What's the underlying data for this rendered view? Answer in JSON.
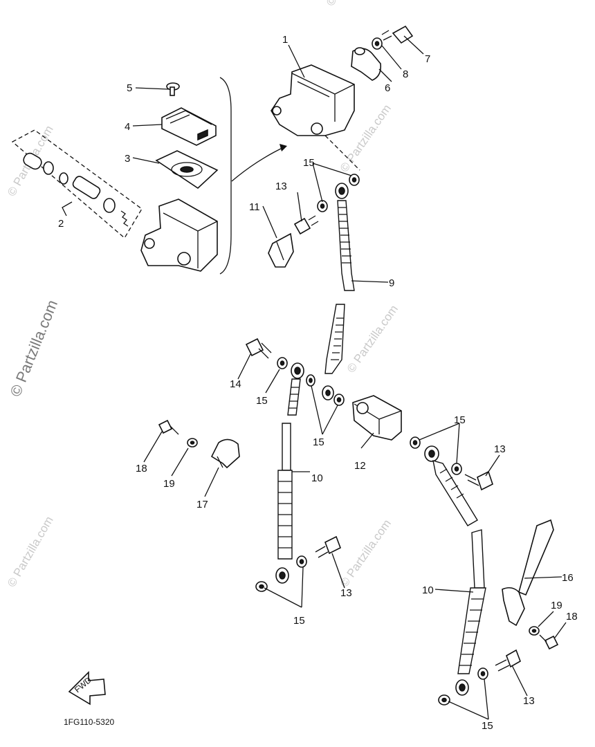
{
  "diagram": {
    "drawing_code": "1FG110-5320",
    "direction_label": "FWD",
    "watermark": "© Partzilla.com",
    "callouts": [
      {
        "id": "c1",
        "text": "1"
      },
      {
        "id": "c2",
        "text": "2"
      },
      {
        "id": "c3",
        "text": "3"
      },
      {
        "id": "c4",
        "text": "4"
      },
      {
        "id": "c5",
        "text": "5"
      },
      {
        "id": "c6",
        "text": "6"
      },
      {
        "id": "c7",
        "text": "7"
      },
      {
        "id": "c8",
        "text": "8"
      },
      {
        "id": "c9",
        "text": "9"
      },
      {
        "id": "c10a",
        "text": "10"
      },
      {
        "id": "c10b",
        "text": "10"
      },
      {
        "id": "c11",
        "text": "11"
      },
      {
        "id": "c12",
        "text": "12"
      },
      {
        "id": "c13a",
        "text": "13"
      },
      {
        "id": "c13b",
        "text": "13"
      },
      {
        "id": "c13c",
        "text": "13"
      },
      {
        "id": "c13d",
        "text": "13"
      },
      {
        "id": "c14",
        "text": "14"
      },
      {
        "id": "c15a",
        "text": "15"
      },
      {
        "id": "c15b",
        "text": "15"
      },
      {
        "id": "c15c",
        "text": "15"
      },
      {
        "id": "c15d",
        "text": "15"
      },
      {
        "id": "c15e",
        "text": "15"
      },
      {
        "id": "c15f",
        "text": "15"
      },
      {
        "id": "c16",
        "text": "16"
      },
      {
        "id": "c17",
        "text": "17"
      },
      {
        "id": "c18a",
        "text": "18"
      },
      {
        "id": "c18b",
        "text": "18"
      },
      {
        "id": "c19a",
        "text": "19"
      },
      {
        "id": "c19b",
        "text": "19"
      }
    ]
  }
}
